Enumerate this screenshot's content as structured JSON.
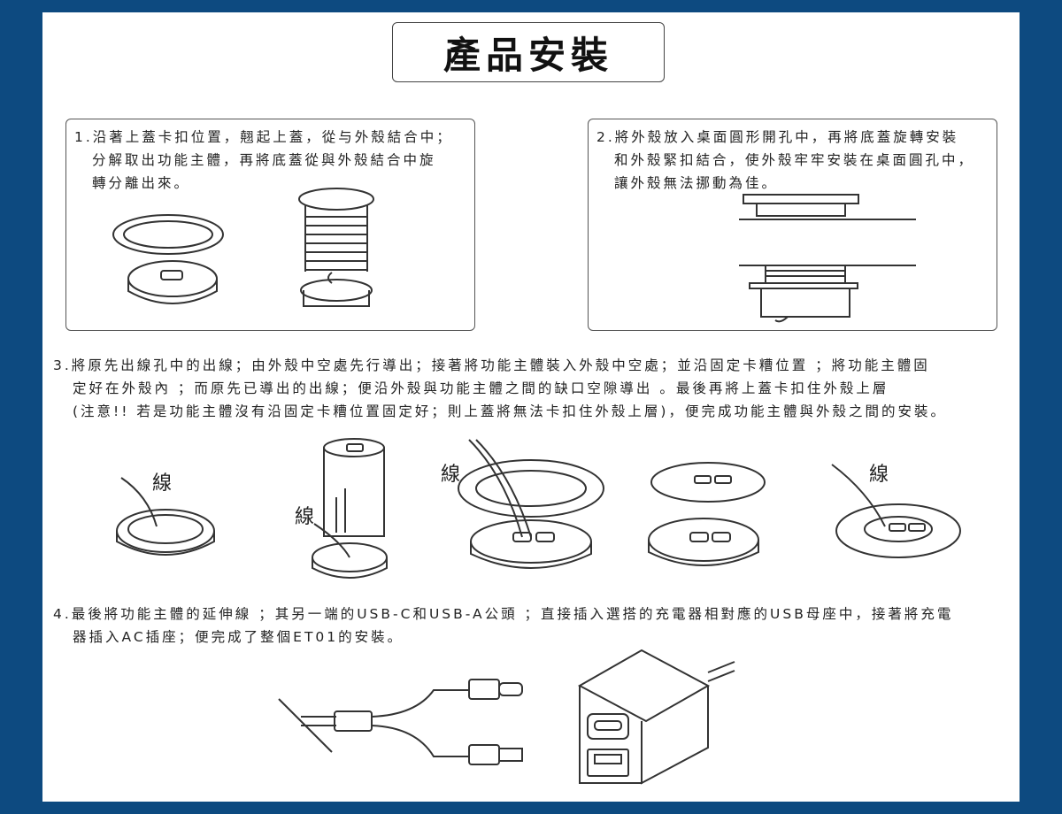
{
  "title": "產品安裝",
  "steps": [
    {
      "lines": [
        "1.沿著上蓋卡扣位置，翹起上蓋，從与外殼結合中；",
        "分解取出功能主體，再將底蓋從與外殼結合中旋",
        "轉分離出來。"
      ]
    },
    {
      "lines": [
        "2.將外殼放入桌面圓形開孔中，再將底蓋旋轉安裝",
        "和外殼緊扣結合，使外殼牢牢安裝在桌面圓孔中，",
        "讓外殼無法挪動為佳。"
      ]
    },
    {
      "lines": [
        "3.將原先出線孔中的出線；由外殼中空處先行導出；接著將功能主體裝入外殼中空處；並沿固定卡糟位置 ；將功能主體固",
        "定好在外殼內 ；而原先已導出的出線；便沿外殼與功能主體之間的缺口空隙導出 。最後再將上蓋卡扣住外殼上層",
        "(注意!! 若是功能主體沒有沿固定卡糟位置固定好；則上蓋將無法卡扣住外殼上層)，便完成功能主體與外殼之間的安裝。"
      ]
    },
    {
      "lines": [
        "4.最後將功能主體的延伸線 ；其另一端的USB-C和USB-A公頭 ；直接插入選搭的充電器相對應的USB母座中，接著將充電",
        "器插入AC插座；便完成了整個ET01的安裝。"
      ]
    }
  ],
  "wire_label": "線"
}
